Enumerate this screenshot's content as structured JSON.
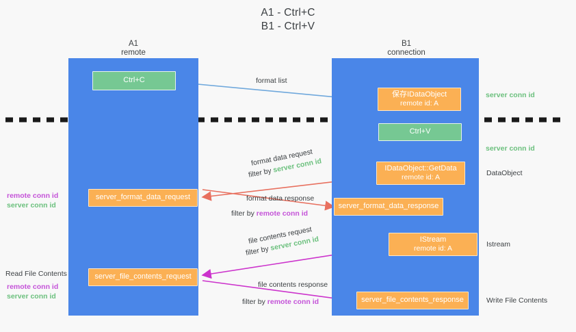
{
  "title": {
    "line1": "A1 - Ctrl+C",
    "line2": "B1 - Ctrl+V"
  },
  "columns": [
    {
      "name": "A1",
      "sub": "remote"
    },
    {
      "name": "B1",
      "sub": "connection"
    }
  ],
  "nodes": {
    "ctrl_c": {
      "line1": "Ctrl+C"
    },
    "idataobject": {
      "line1": "保存IDataObject",
      "line2": "remote id: A"
    },
    "ctrl_v": {
      "line1": "Ctrl+V"
    },
    "getdata": {
      "line1": "IDataObject::GetData",
      "line2": "remote id: A"
    },
    "format_data_request": {
      "line1": "server_format_data_request"
    },
    "format_data_response": {
      "line1": "server_format_data_response"
    },
    "istream": {
      "line1": "IStream",
      "line2": "remote id: A"
    },
    "file_contents_request": {
      "line1": "server_file_contents_request"
    },
    "file_contents_response": {
      "line1": "server_file_contents_response"
    }
  },
  "edge_labels": {
    "format_list": {
      "text": "format list"
    },
    "format_data_request": {
      "text": "format data request",
      "filter_prefix": "filter by ",
      "filter_value": "server conn id"
    },
    "format_data_response": {
      "text": "format data response",
      "filter_prefix": "filter by ",
      "filter_value": "remote conn id"
    },
    "file_contents_request": {
      "text": "file contents request",
      "filter_prefix": "filter by ",
      "filter_value": "server conn id"
    },
    "file_contents_response": {
      "text": "file contents response",
      "filter_prefix": "filter by ",
      "filter_value": "remote conn id"
    }
  },
  "annotations": {
    "right": [
      {
        "text": "server conn id"
      },
      {
        "text": "server conn id"
      },
      {
        "text": "DataObject"
      },
      {
        "text": "Istream"
      },
      {
        "text": "Write File Contents"
      }
    ],
    "left": {
      "pair1_remote": "remote conn id",
      "pair1_server": "server conn id",
      "read_file_contents": "Read File Contents",
      "pair2_remote": "remote conn id",
      "pair2_server": "server conn id"
    }
  },
  "colors": {
    "lifeline": "#4a86e8",
    "green_box": "#76c893",
    "orange_box": "#fbb054",
    "arrow_blue": "#6fa8dc",
    "arrow_red": "#e8705f",
    "arrow_magenta": "#cc33cc",
    "arrow_black": "#000000",
    "divider": "#1a1a1a",
    "server_conn_text": "#6cc07e",
    "remote_conn_text": "#c453d8",
    "background": "#f8f8f8"
  }
}
